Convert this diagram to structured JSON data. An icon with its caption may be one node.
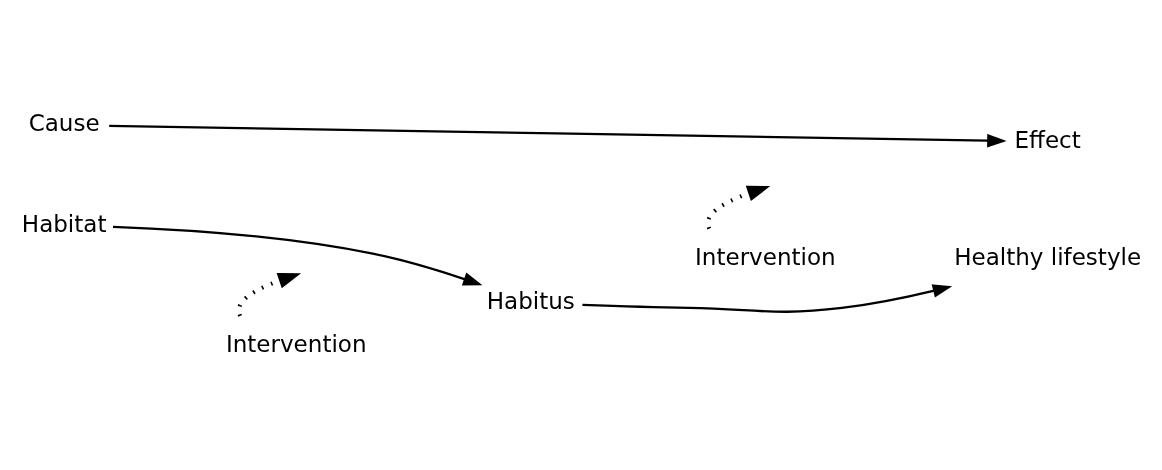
{
  "diagram": {
    "nodes": [
      {
        "text": [
          "Cause"
        ]
      },
      {
        "text": [
          "Effect"
        ]
      },
      {
        "text": [
          "Habitat"
        ]
      },
      {
        "text": [
          "Habitus"
        ]
      },
      {
        "text": [
          "Healthy lifestyle"
        ]
      },
      {
        "text": [
          "Intervention"
        ]
      },
      {
        "text": [
          "Intervention"
        ]
      }
    ],
    "edges": [
      {
        "from": 0,
        "to": 1,
        "arrow": "to"
      },
      {
        "from": 2,
        "to": 3,
        "arrow": "to"
      },
      {
        "from": 3,
        "to": 4,
        "arrow": "to"
      },
      {
        "from": 5,
        "to": null,
        "arrow": "to",
        "style": "dashed"
      },
      {
        "from": 6,
        "to": null,
        "arrow": "to",
        "style": "dashed"
      }
    ]
  }
}
